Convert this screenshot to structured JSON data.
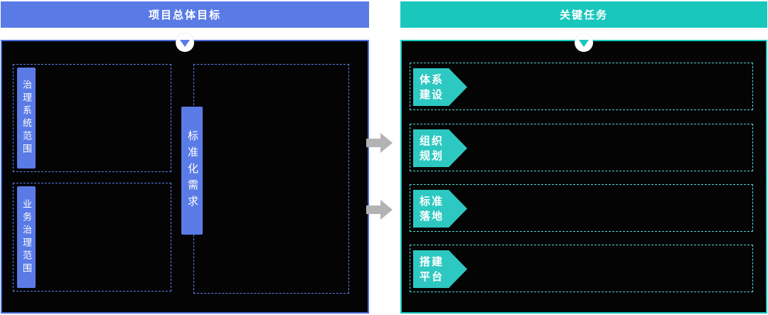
{
  "left_panel": {
    "title": "项目总体目标",
    "scope_boxes": [
      {
        "label": "治理系统范围"
      },
      {
        "label": "业务治理范围"
      }
    ],
    "requirement_label": "标准化需求"
  },
  "right_panel": {
    "title": "关键任务",
    "tasks": [
      {
        "line1": "体系",
        "line2": "建设"
      },
      {
        "line1": "组织",
        "line2": "规划"
      },
      {
        "line1": "标准",
        "line2": "落地"
      },
      {
        "line1": "搭建",
        "line2": "平台"
      }
    ]
  },
  "icons": {
    "left_header_marker": "chevron-down-in-circle",
    "right_header_marker": "chevron-down-in-circle",
    "flow_arrow": "right-block-arrow"
  },
  "colors": {
    "blue_fill": "#5a7be6",
    "blue_border": "#4a6cdb",
    "blue_dashed": "#5f80e8",
    "teal_header": "#19c7bd",
    "teal_fill": "#2dc8c1",
    "teal_dashed": "#53d8d2",
    "arrow_gray": "#b3b3b3",
    "panel_bg": "#040404",
    "page_bg": "#ffffff"
  }
}
